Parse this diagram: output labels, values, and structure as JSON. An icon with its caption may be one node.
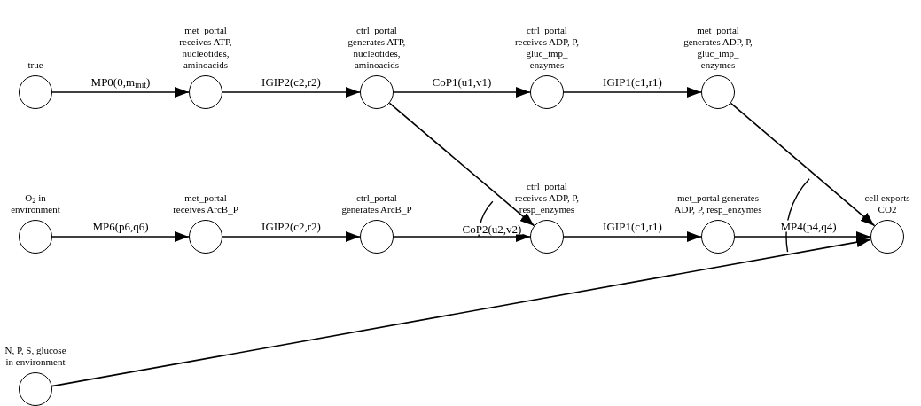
{
  "diagram": {
    "nodes": [
      {
        "text": [
          "true"
        ]
      },
      {
        "text": [
          "met_portal receives ATP, nucleotides, aminoacids"
        ]
      },
      {
        "text": [
          "ctrl_portal generates ATP, nucleotides, aminoacids"
        ]
      },
      {
        "text": [
          "ctrl_portal receives ADP, P, gluc_imp_ enzymes"
        ]
      },
      {
        "text": [
          "met_portal generates ADP, P, gluc_imp_ enzymes"
        ]
      },
      {
        "text": [
          "O$_{2}$ in environment"
        ]
      },
      {
        "text": [
          "met_portal receives ArcB_P"
        ]
      },
      {
        "text": [
          "ctrl_portal generates ArcB_P"
        ]
      },
      {
        "text": [
          "ctrl_portal receives ADP, P, resp_enzymes"
        ]
      },
      {
        "text": [
          "met_portal generates ADP, P, resp_enzymes"
        ]
      },
      {
        "text": [
          "cell exports CO2"
        ]
      },
      {
        "text": [
          "N, P, S, glucose in environment"
        ]
      }
    ],
    "edges": [
      {
        "from": 0,
        "to": 1,
        "arrow": "to",
        "label": "MP0(0,m$_{init}$)"
      },
      {
        "from": 1,
        "to": 2,
        "arrow": "to",
        "label": "IGIP2(c2,r2)"
      },
      {
        "from": 2,
        "to": 3,
        "arrow": "to",
        "label": "CoP1(u1,v1)"
      },
      {
        "from": 3,
        "to": 4,
        "arrow": "to",
        "label": "IGIP1(c1,r1)"
      },
      {
        "from": 5,
        "to": 6,
        "arrow": "to",
        "label": "MP6(p6,q6)"
      },
      {
        "from": 6,
        "to": 7,
        "arrow": "to",
        "label": "IGIP2(c2,r2)"
      },
      {
        "from": 2,
        "to": 8,
        "arrow": "to"
      },
      {
        "from": 7,
        "to": 8,
        "arrow": "to",
        "label": "CoP2(u2,v2)"
      },
      {
        "from": 8,
        "to": 9,
        "arrow": "to",
        "label": "IGIP1(c1,r1)"
      },
      {
        "from": 4,
        "to": 10,
        "arrow": "to"
      },
      {
        "from": 9,
        "to": 10,
        "arrow": "to",
        "label": "MP4(p4,q4)"
      },
      {
        "from": 11,
        "to": 10,
        "arrow": "to"
      }
    ]
  }
}
